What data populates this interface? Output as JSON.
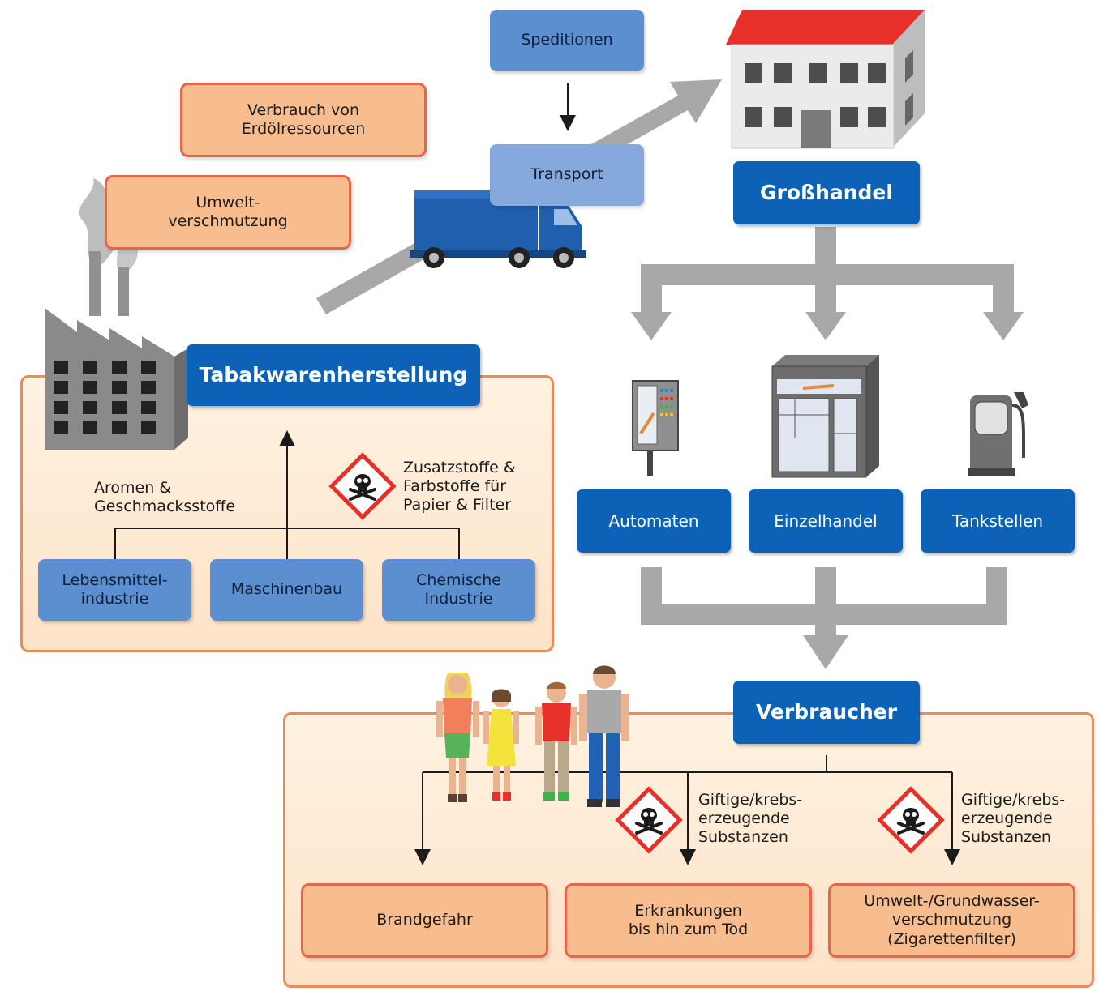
{
  "colors": {
    "dark_blue": "#0b62b7",
    "light_blue": "#5b8fcf",
    "pale_blue": "#86a9dc",
    "orange_fill": "#f7bd8f",
    "orange_border": "#e8654a",
    "panel_fill": "#fde3c8",
    "arrow_gray": "#a8a8a8",
    "roof_red": "#e8302a"
  },
  "top": {
    "speditionen": "Speditionen",
    "transport": "Transport",
    "erdoel": "Verbrauch von\nErdölressourcen",
    "umwelt": "Umwelt-\nverschmutzung"
  },
  "manufacturing": {
    "title": "Tabakwarenherstellung",
    "aromen": "Aromen &\nGeschmacksstoffe",
    "zusatz": "Zusatzstoffe &\nFarbstoffe für\nPapier & Filter",
    "suppliers": [
      "Lebensmittel-\nindustrie",
      "Maschinenbau",
      "Chemische\nIndustrie"
    ]
  },
  "trade": {
    "grosshandel": "Großhandel",
    "outlets": [
      "Automaten",
      "Einzelhandel",
      "Tankstellen"
    ]
  },
  "consumer": {
    "title": "Verbraucher",
    "hazard_note_1": "Giftige/krebs-\nerzeugende\nSubstanzen",
    "hazard_note_2": "Giftige/krebs-\nerzeugende\nSubstanzen",
    "effects": [
      "Brandgefahr",
      "Erkrankungen\nbis hin zum Tod",
      "Umwelt-/Grundwasser-\nverschmutzung\n(Zigarettenfilter)"
    ]
  },
  "icons": [
    "factory-icon",
    "truck-icon",
    "building-icon",
    "vending-machine-icon",
    "shop-icon",
    "fuel-pump-icon",
    "toxic-hazard-icon",
    "people-illustration"
  ]
}
